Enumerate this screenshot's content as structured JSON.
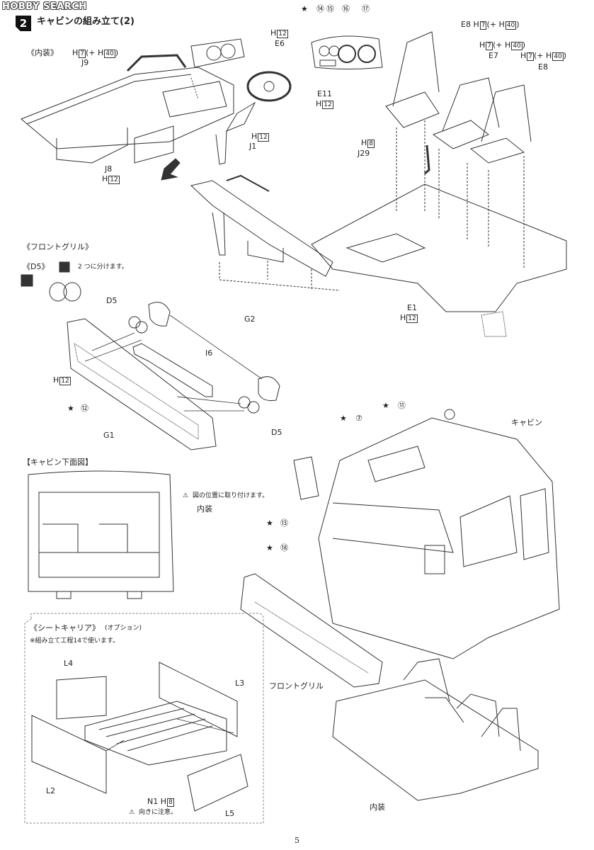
{
  "watermark": "HOBBY SEARCH",
  "step": {
    "number": "2",
    "title": "キャビンの組み立て(2)"
  },
  "sections": {
    "interior": "《内装》",
    "front_grille": "《フロントグリル》",
    "d5": "《D5》",
    "cabin_underside": "【キャビン下面図】",
    "seat_carrier": "《シートキャリア》",
    "option": "(オプション)",
    "seat_carrier_note": "※組み立て工程14で使います。"
  },
  "notes": {
    "split": "2 つに分けます。",
    "attach_position": "図の位置に取り付けます。",
    "orientation": "向きに注意。"
  },
  "labels": {
    "naisou": "内装",
    "cabin": "キャビン",
    "front_grille": "フロントグリル"
  },
  "parts": {
    "E6": "E6",
    "J9": "J9",
    "E11": "E11",
    "J1": "J1",
    "J8": "J8",
    "J29": "J29",
    "E1": "E1",
    "E7": "E7",
    "E8": "E8",
    "E8b": "E8",
    "D5": "D5",
    "D5b": "D5",
    "G1": "G1",
    "G2": "G2",
    "I6": "I6",
    "L2": "L2",
    "L3": "L3",
    "L4": "L4",
    "L5": "L5",
    "N1": "N1"
  },
  "colors": {
    "H": "H",
    "n7": "7",
    "n8": "8",
    "n12": "12",
    "n40": "40",
    "plus_open": "(+ H",
    "close": ")"
  },
  "markers": {
    "m7": "⑦",
    "m11": "⑪",
    "m12": "⑫",
    "m13": "⑬",
    "m14": "⑭",
    "m15": "⑮",
    "m16": "⑯",
    "m17": "⑰",
    "m18": "⑱"
  },
  "page_number": "5"
}
